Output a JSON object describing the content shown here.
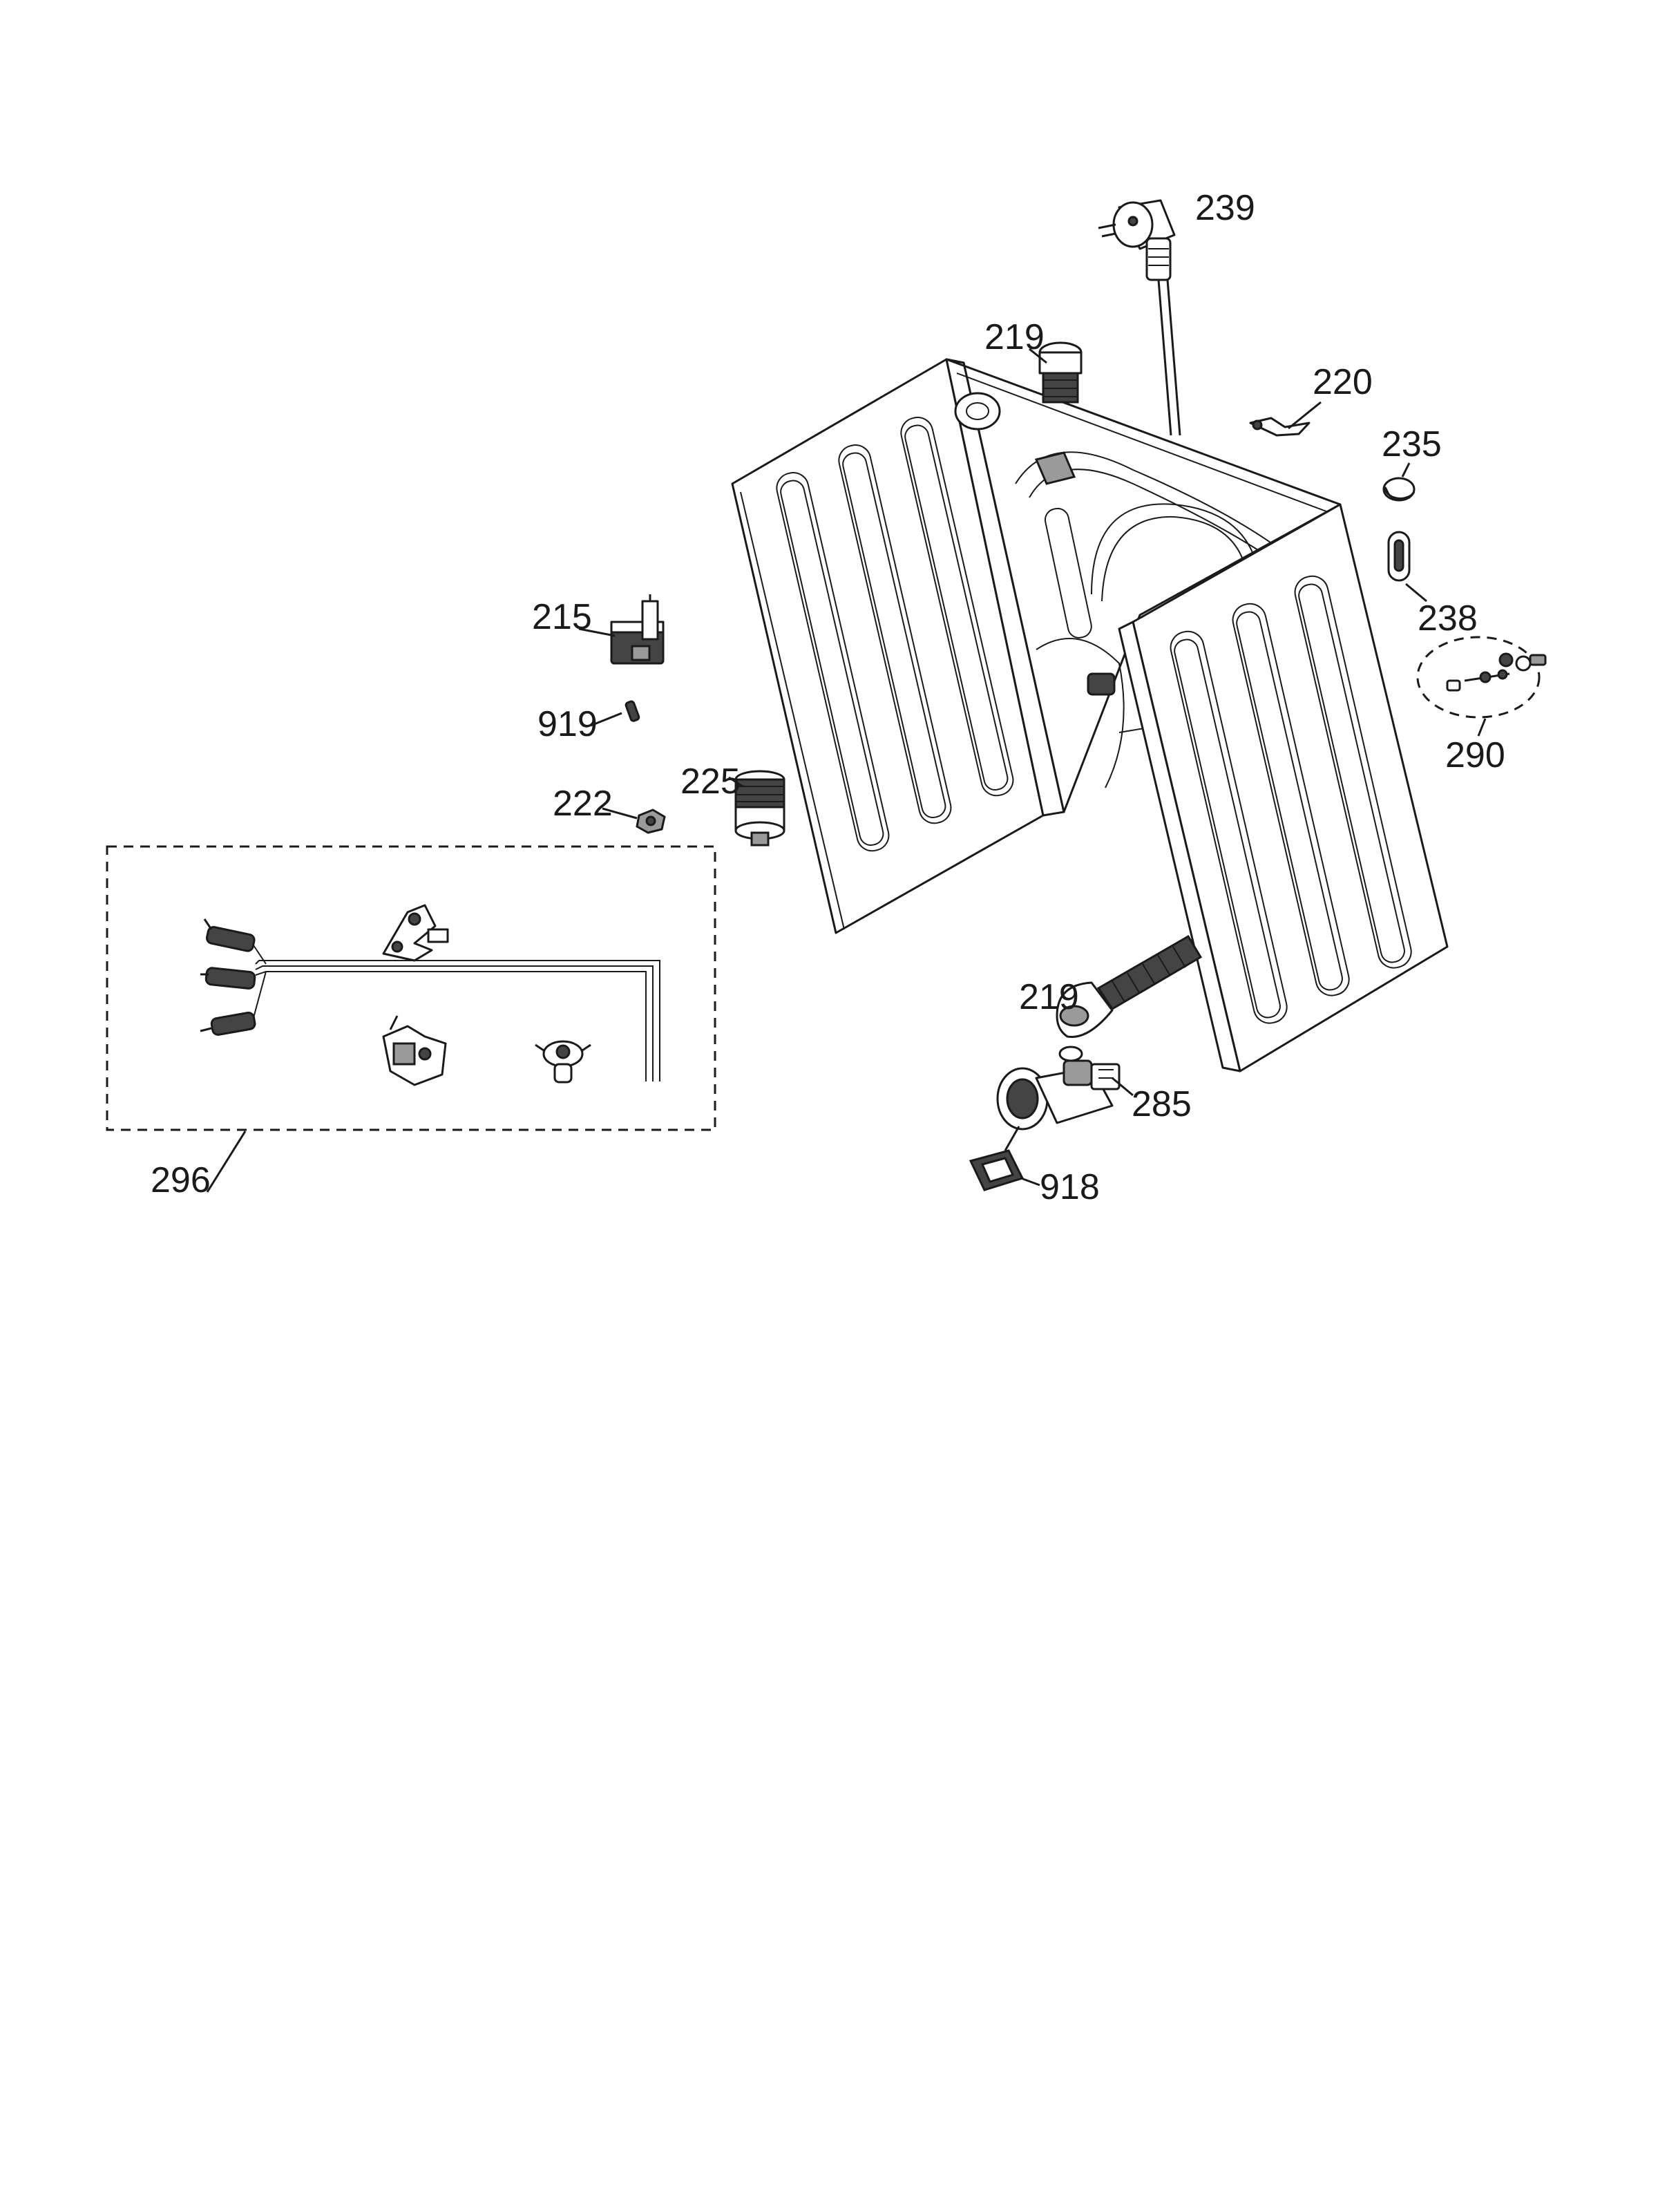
{
  "labels": {
    "p239": "239",
    "p219_top": "219",
    "p220": "220",
    "p235": "235",
    "p238": "238",
    "p215": "215",
    "p919": "919",
    "p225": "225",
    "p222": "222",
    "p290": "290",
    "p296": "296",
    "p219_bottom": "219",
    "p285": "285",
    "p918": "918"
  },
  "icons": {
    "cabinet": "cabinet-panels-icon",
    "plug": "power-plug-icon",
    "hose": "drain-hose-icon",
    "pump": "drain-pump-icon",
    "wiring": "wiring-harness-icon"
  }
}
